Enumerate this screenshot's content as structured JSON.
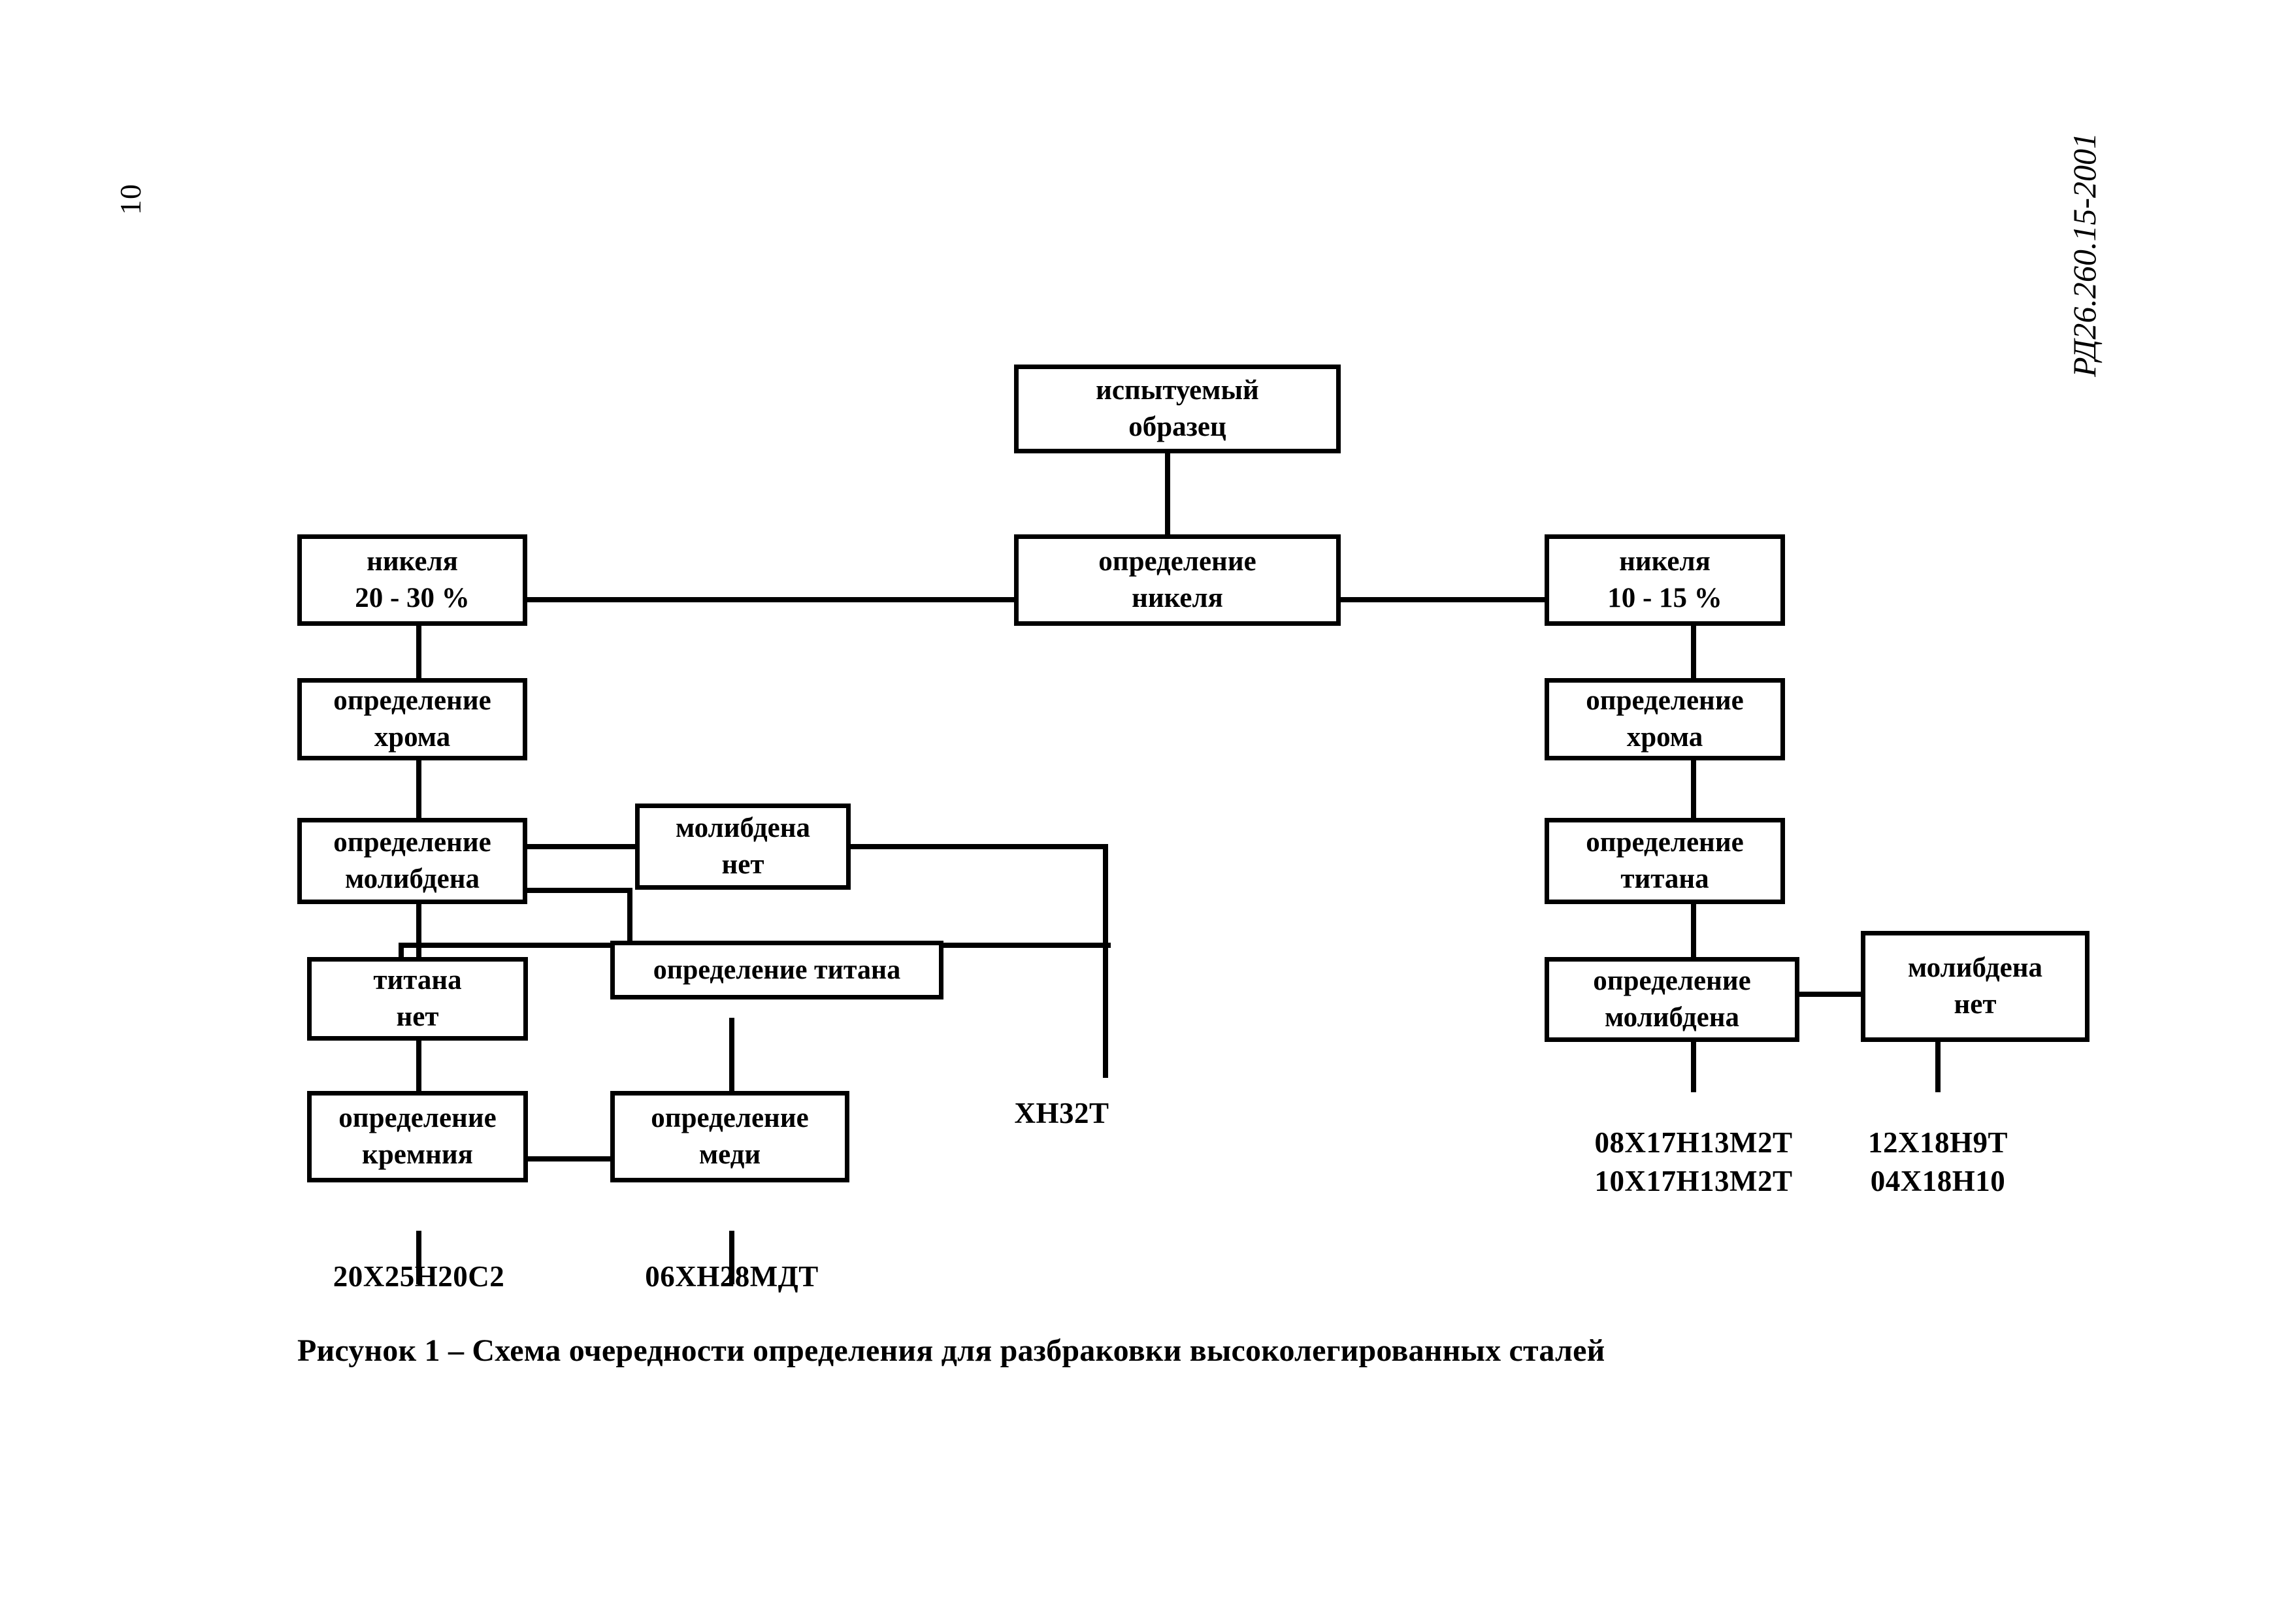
{
  "page": {
    "number": "10",
    "document_code": "РД26.260.15-2001"
  },
  "figure": {
    "caption": "Рисунок 1 – Схема очередности определения для разбраковки высоколегированных сталей"
  },
  "nodes": {
    "sample": {
      "line1": "испытуемый",
      "line2": "образец"
    },
    "nickel_det": {
      "line1": "определение",
      "line2": "никеля"
    },
    "nickel_20_30": {
      "line1": "никеля",
      "line2": "20 - 30 %"
    },
    "nickel_10_15": {
      "line1": "никеля",
      "line2": "10 - 15 %"
    },
    "chrome_det_left": {
      "line1": "определение",
      "line2": "хрома"
    },
    "chrome_det_right": {
      "line1": "определение",
      "line2": "хрома"
    },
    "moly_det_left": {
      "line1": "определение",
      "line2": "молибдена"
    },
    "moly_none_left": {
      "line1": "молибдена",
      "line2": "нет"
    },
    "titan_none_left": {
      "line1": "титана",
      "line2": "нет"
    },
    "titan_det_left": {
      "line1": "определение титана"
    },
    "silicon_det": {
      "line1": "определение",
      "line2": "кремния"
    },
    "copper_det": {
      "line1": "определение",
      "line2": "меди"
    },
    "titan_det_right": {
      "line1": "определение",
      "line2": "титана"
    },
    "moly_det_right": {
      "line1": "определение",
      "line2": "молибдена"
    },
    "moly_none_right": {
      "line1": "молибдена",
      "line2": "нет"
    }
  },
  "terminals": {
    "hn32t": {
      "line1": "ХН32Т"
    },
    "steel_20h25n20s2": {
      "line1": "20Х25Н20С2"
    },
    "steel_06hn28mdt": {
      "line1": "06ХН28МДТ"
    },
    "steel_17n13m2t": {
      "line1": "08Х17Н13М2Т",
      "line2": "10Х17Н13М2Т"
    },
    "steel_18n9t": {
      "line1": "12Х18Н9Т",
      "line2": "04Х18Н10"
    }
  },
  "style": {
    "ink": "#000000",
    "paper": "#ffffff"
  }
}
